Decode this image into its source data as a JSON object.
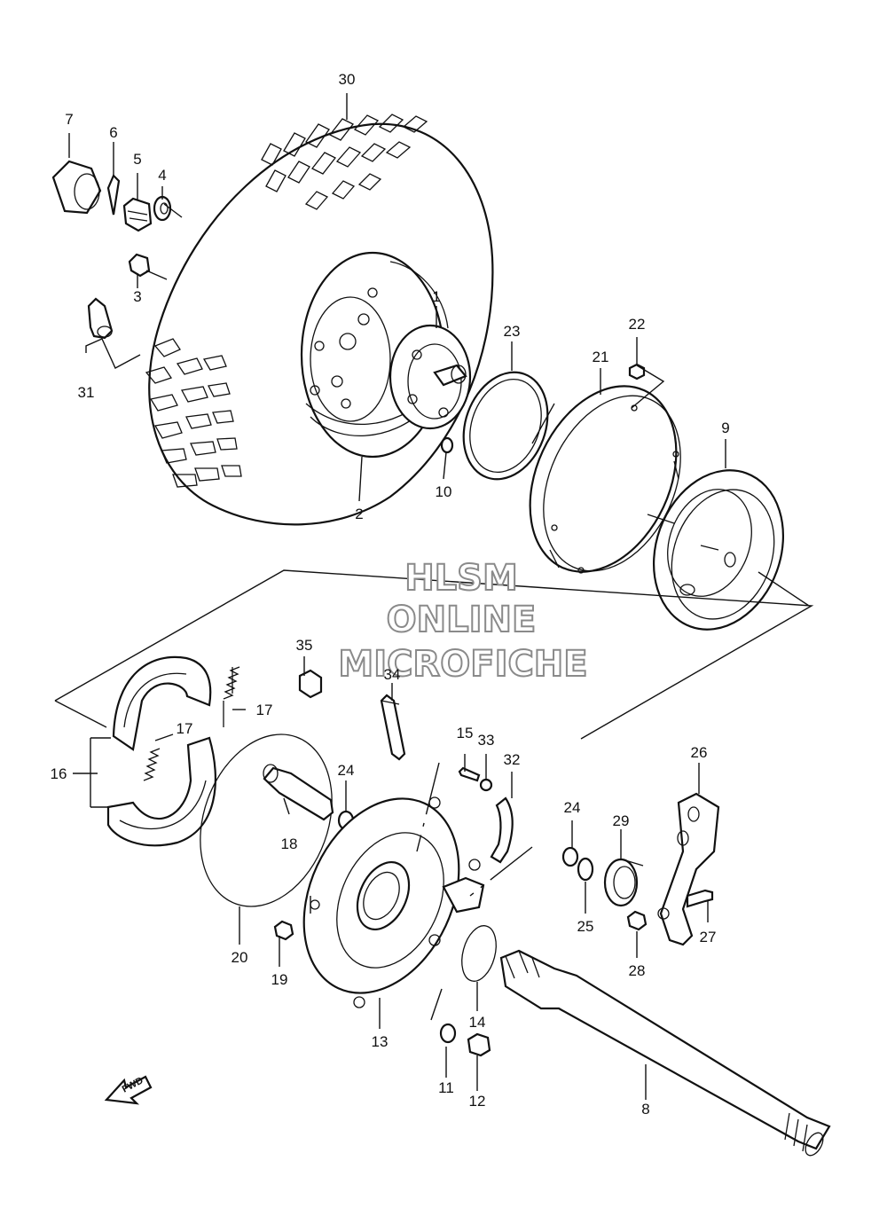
{
  "watermark": {
    "line1": "HLSM",
    "line2": "ONLINE",
    "line3": "MICROFICHE"
  },
  "fwd_label": "FWD",
  "callouts": {
    "p1": "1",
    "p2": "2",
    "p3": "3",
    "p4": "4",
    "p5": "5",
    "p6": "6",
    "p7": "7",
    "p8": "8",
    "p9": "9",
    "p10": "10",
    "p11": "11",
    "p12": "12",
    "p13": "13",
    "p14": "14",
    "p15": "15",
    "p16": "16",
    "p17a": "17",
    "p17b": "17",
    "p18": "18",
    "p19": "19",
    "p20": "20",
    "p21": "21",
    "p22": "22",
    "p23": "23",
    "p24a": "24",
    "p24b": "24",
    "p25": "25",
    "p26": "26",
    "p27": "27",
    "p28": "28",
    "p29": "29",
    "p30": "30",
    "p31": "31",
    "p32": "32",
    "p33": "33",
    "p34": "34",
    "p35": "35"
  }
}
